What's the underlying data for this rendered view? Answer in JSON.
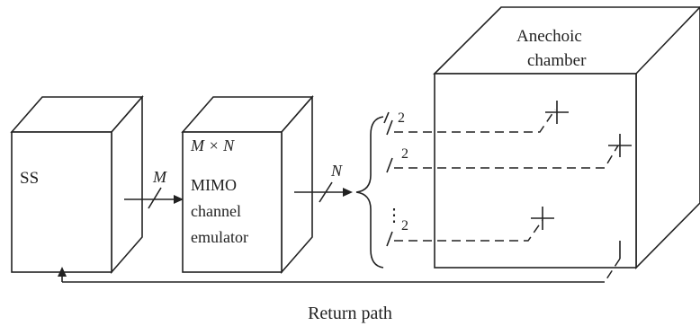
{
  "labels": {
    "ss": "SS",
    "m": "M",
    "n": "N",
    "emulator_title": "M × N",
    "emulator_line1": "MIMO",
    "emulator_line2": "channel",
    "emulator_line3": "emulator",
    "chamber_line1": "Anechoic",
    "chamber_line2": "chamber",
    "return_path": "Return path",
    "link_count_1": "2",
    "link_count_2": "2",
    "link_count_3": "2",
    "ellipsis": "⋮"
  }
}
